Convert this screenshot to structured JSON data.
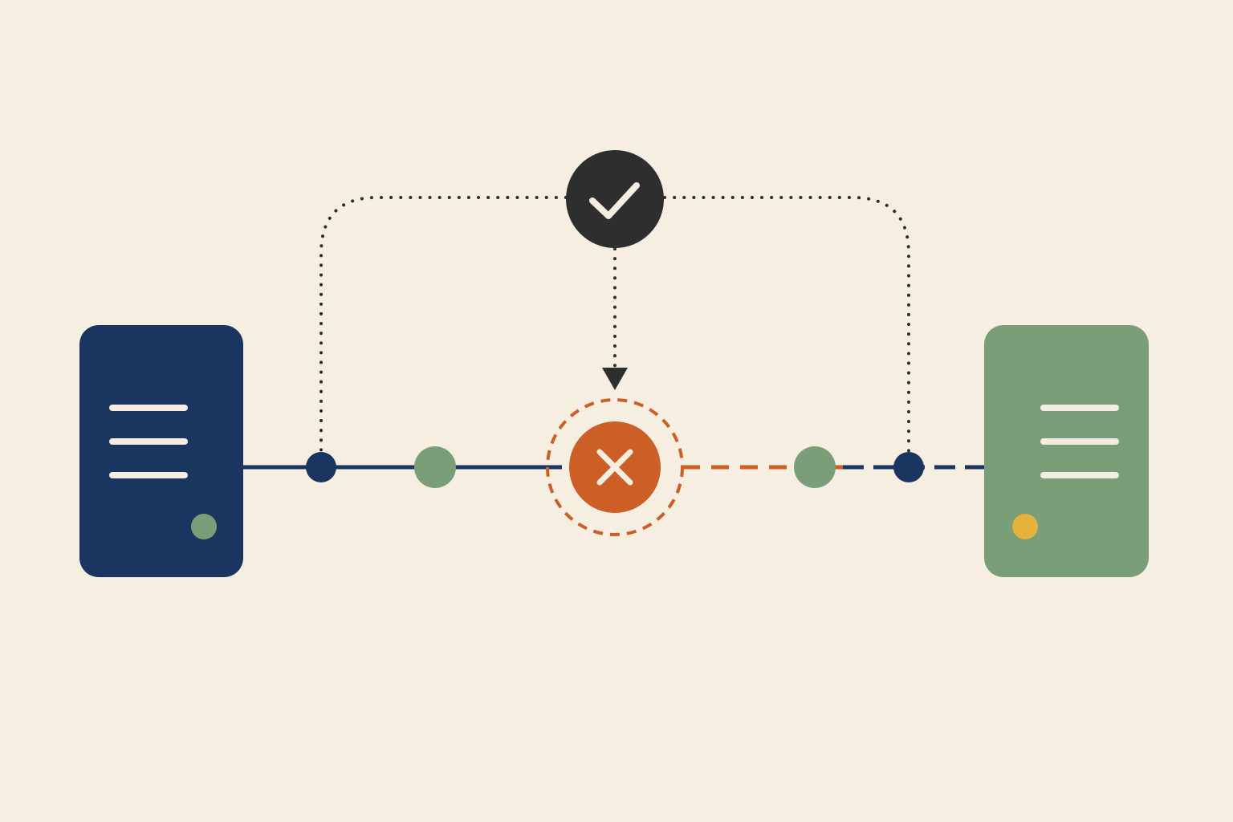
{
  "diagram": {
    "kind": "failover-path",
    "colors": {
      "background": "#f6eee0",
      "navy": "#1a3560",
      "green": "#7a9f78",
      "orange": "#cc5f26",
      "dark": "#2e2e2e",
      "line_white": "#f4ede0",
      "yellow": "#e3b23c"
    },
    "nodes": {
      "left_server": {
        "icon": "server-icon",
        "color": "navy",
        "status_dot": "green"
      },
      "right_server": {
        "icon": "server-icon",
        "color": "green",
        "status_dot": "yellow"
      },
      "check_node": {
        "icon": "check-icon",
        "color": "dark"
      },
      "failure_node": {
        "icon": "x-icon",
        "color": "orange"
      }
    },
    "links": [
      {
        "from": "left_server",
        "to": "failure_node",
        "style": "solid",
        "color": "navy"
      },
      {
        "from": "failure_node",
        "to": "right_server",
        "style": "dashed",
        "color": "orange"
      },
      {
        "from": "check_node",
        "to": "failure_node",
        "style": "dotted",
        "color": "dark",
        "arrow": true
      },
      {
        "from": "check_node",
        "to": "left_junction",
        "style": "dotted",
        "color": "dark"
      },
      {
        "from": "check_node",
        "to": "right_junction",
        "style": "dotted",
        "color": "dark"
      }
    ]
  }
}
